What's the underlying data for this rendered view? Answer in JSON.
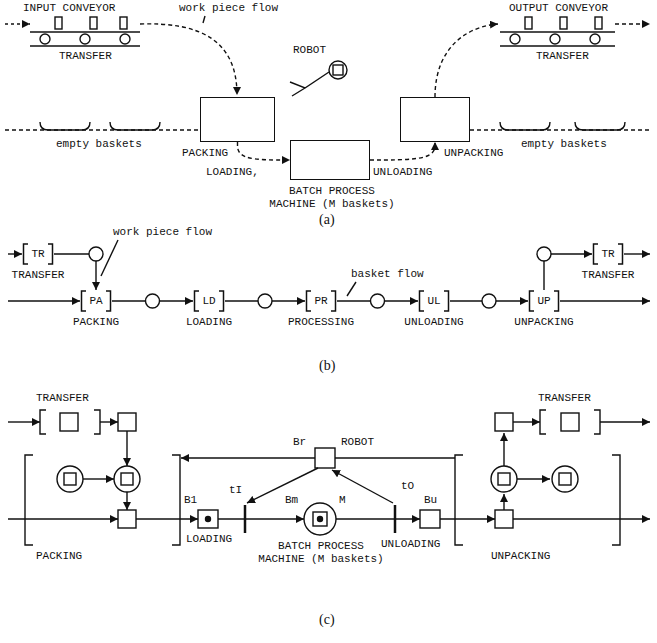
{
  "diagram": {
    "nodes": [
      {
        "text": [
          "PACKING"
        ]
      },
      {
        "text": [
          "BATCH PROCESS MACHINE (M baskets)"
        ]
      },
      {
        "text": [
          "UNPACKING"
        ]
      },
      {
        "text": [
          "TR",
          "TRANSFER"
        ]
      },
      {
        "text": [
          "PA",
          "PACKING"
        ]
      },
      {
        "text": [
          "LD",
          "LOADING"
        ]
      },
      {
        "text": [
          "PR",
          "PROCESSING"
        ]
      },
      {
        "text": [
          "UL",
          "UNLOADING"
        ]
      },
      {
        "text": [
          "UP",
          "UNPACKING"
        ]
      },
      {
        "text": [
          "TR",
          "TRANSFER"
        ]
      }
    ],
    "edges": [
      {
        "from": 0,
        "to": 1,
        "label": "LOADING,",
        "arrow": "to"
      },
      {
        "from": 1,
        "to": 2,
        "label": "UNLOADING",
        "arrow": "to"
      },
      {
        "from": 3,
        "to": 4,
        "arrow": "to"
      },
      {
        "from": 4,
        "to": 5,
        "arrow": "to"
      },
      {
        "from": 5,
        "to": 6,
        "arrow": "to"
      },
      {
        "from": 6,
        "to": 7,
        "arrow": "to"
      },
      {
        "from": 7,
        "to": 8,
        "arrow": "to"
      },
      {
        "from": 8,
        "to": 9,
        "arrow": "to"
      }
    ],
    "labels": [
      "INPUT CONVEYOR",
      "work piece flow",
      "TRANSFER",
      "ROBOT",
      "OUTPUT CONVEYOR",
      "TRANSFER",
      "empty baskets",
      "empty baskets",
      "(a)",
      "work piece flow",
      "basket flow",
      "(b)",
      "TRANSFER",
      "TRANSFER",
      "ROBOT",
      "Br",
      "tI",
      "tO",
      "PACKING",
      "B1",
      "LOADING",
      "Bm",
      "M",
      "Bu",
      "BATCH PROCESS MACHINE (M baskets)",
      "UNLOADING",
      "UNPACKING",
      "(c)"
    ]
  }
}
